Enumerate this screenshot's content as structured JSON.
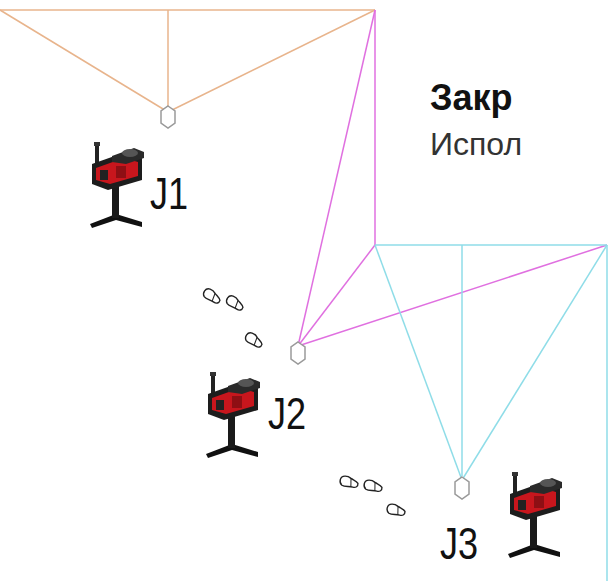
{
  "diagram": {
    "title": "Закр",
    "labels": [
      "Испол",
      "J1",
      "J2",
      "J3"
    ]
  }
}
